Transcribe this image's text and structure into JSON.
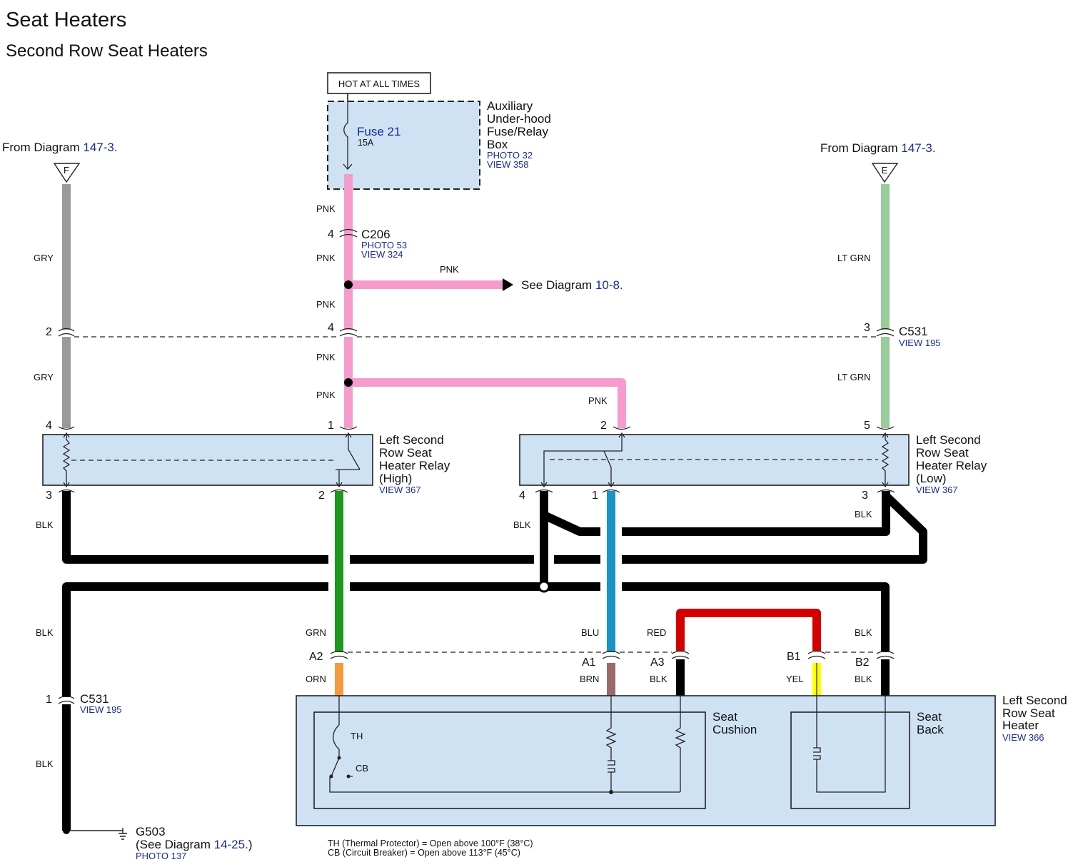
{
  "title": "Seat Heaters",
  "subtitle": "Second Row Seat Heaters",
  "power_label": "HOT AT ALL TIMES",
  "fuse_box": {
    "fuse_name": "Fuse 21",
    "fuse_rating": "15A",
    "name_lines": [
      "Auxiliary",
      "Under-hood",
      "Fuse/Relay",
      "Box"
    ],
    "photo": "PHOTO 32",
    "view": "VIEW 358"
  },
  "from_left": {
    "prefix": "From Diagram ",
    "link": "147-3.",
    "flag": "F"
  },
  "from_right": {
    "prefix": "From Diagram ",
    "link": "147-3.",
    "flag": "E"
  },
  "c206": {
    "name": "C206",
    "photo": "PHOTO 53",
    "view": "VIEW 324",
    "pin": "4"
  },
  "see_diagram_10": {
    "prefix": "See Diagram ",
    "link": "10-8."
  },
  "c531_top": {
    "name": "C531",
    "view": "VIEW 195",
    "pin_gry": "2",
    "pin_pnk": "4",
    "pin_ltgrn": "3"
  },
  "c531_bottom": {
    "name": "C531",
    "view": "VIEW 195",
    "pin": "1"
  },
  "wire_colors": {
    "pink": "#f59ccc",
    "gray": "#9a9a9a",
    "lt_green": "#99cc99",
    "green": "#1c9a1c",
    "blue": "#1a93c8",
    "red": "#d40000",
    "yellow": "#ffff00",
    "orange": "#f59a3c",
    "brown": "#9a6a6a",
    "black": "#000000",
    "box_fill": "#cfe2f4",
    "link": "#1a2c9a"
  },
  "wire_labels": {
    "pnk_1": "PNK",
    "pnk_2": "PNK",
    "pnk_3": "PNK",
    "pnk_4": "PNK",
    "pnk_5": "PNK",
    "pnk_branch": "PNK",
    "pnk_relay": "PNK",
    "gry_1": "GRY",
    "gry_2": "GRY",
    "ltgrn_1": "LT GRN",
    "ltgrn_2": "LT GRN",
    "blk_1": "BLK",
    "blk_2": "BLK",
    "blk_3": "BLK",
    "blk_4": "BLK",
    "blk_5": "BLK",
    "blk_6": "BLK",
    "blk_7": "BLK",
    "blk_8": "BLK",
    "grn": "GRN",
    "orn": "ORN",
    "blu": "BLU",
    "brn": "BRN",
    "red": "RED",
    "yel": "YEL"
  },
  "relay_high": {
    "name_lines": [
      "Left Second",
      "Row Seat",
      "Heater Relay",
      "(High)"
    ],
    "view": "VIEW 367",
    "pins": {
      "coil_top": "4",
      "coil_bottom": "3",
      "switch_top": "1",
      "switch_bottom": "2"
    }
  },
  "relay_low": {
    "name_lines": [
      "Left Second",
      "Row Seat",
      "Heater Relay",
      "(Low)"
    ],
    "view": "VIEW 367",
    "pins": {
      "com": "2",
      "nc": "4",
      "no": "1",
      "coil_top": "5",
      "coil_bottom": "3"
    }
  },
  "heater": {
    "name_lines": [
      "Left Second",
      "Row Seat",
      "Heater"
    ],
    "view": "VIEW 366",
    "cushion_lines": [
      "Seat",
      "Cushion"
    ],
    "back_lines": [
      "Seat",
      "Back"
    ],
    "th": "TH",
    "cb": "CB",
    "pins": {
      "a2": "A2",
      "a1": "A1",
      "a3": "A3",
      "b1": "B1",
      "b2": "B2"
    }
  },
  "ground": {
    "name": "G503",
    "see_prefix": "(See Diagram ",
    "see_link": "14-25.",
    "see_suffix": ")",
    "photo": "PHOTO 137"
  },
  "notes": [
    "TH (Thermal Protector) = Open above 100°F (38°C)",
    "CB (Circuit Breaker) = Open above 113°F (45°C)"
  ]
}
